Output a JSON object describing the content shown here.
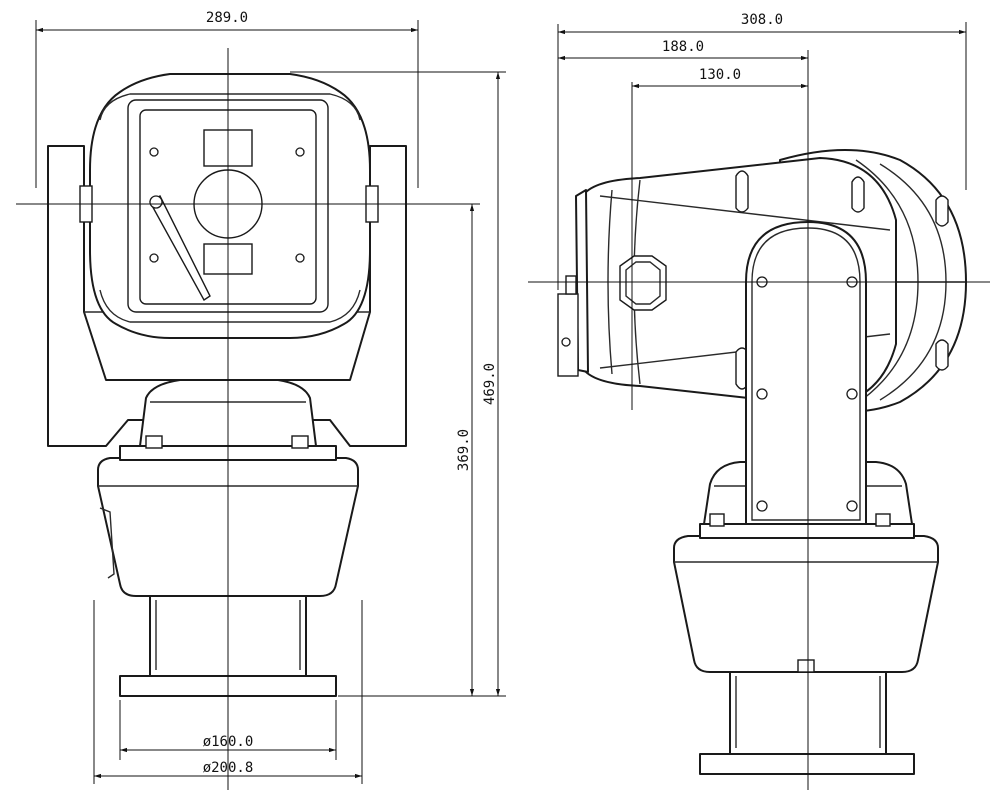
{
  "front_view": {
    "width_label": "289.0",
    "height_upper_label": "369.0",
    "height_total_label": "469.0",
    "base_inner_dia_label": "ø160.0",
    "base_outer_dia_label": "ø200.8"
  },
  "side_view": {
    "width_total_label": "308.0",
    "width_mid_label": "188.0",
    "width_short_label": "130.0"
  },
  "colors": {
    "line": "#1a1a1a",
    "background": "#ffffff"
  }
}
